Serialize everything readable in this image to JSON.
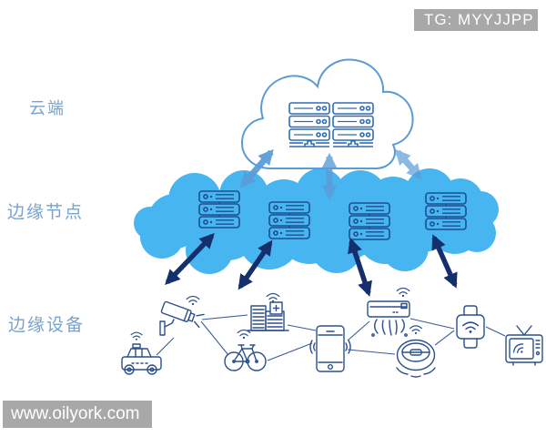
{
  "badge": {
    "text": "TG: MYYJJPP"
  },
  "watermark": {
    "text": "www.oilyork.com"
  },
  "layers": {
    "cloud": {
      "label": "云端"
    },
    "edge_nodes": {
      "label": "边缘节点"
    },
    "edge_devices": {
      "label": "边缘设备"
    }
  },
  "diagram": {
    "cloud_tier": {
      "server_columns": 2,
      "server_rows": 3,
      "network_hubs": 2
    },
    "edge_tier": {
      "server_clusters": 4,
      "servers_per_cluster": 3
    },
    "device_tier": {
      "devices": [
        "autonomous-taxi",
        "cctv-camera",
        "hospital-building",
        "shared-bicycle",
        "smartphone",
        "air-conditioner",
        "robot-vacuum",
        "smart-watch",
        "smart-tv"
      ]
    },
    "arrows": {
      "cloud_to_edge": 3,
      "edge_to_device": 4,
      "style": "double-headed"
    },
    "colors": {
      "edge_cloud_fill": "#47b5ef",
      "cloud_outline": "#5b9bd5",
      "device_line": "#2b4f8e",
      "dark_arrow": "#142f6b",
      "light_arrow": "#5b9cd8",
      "label_text": "#77a3ce",
      "overlay_bg": "#a8a8a8",
      "overlay_text": "#ffffff"
    }
  }
}
